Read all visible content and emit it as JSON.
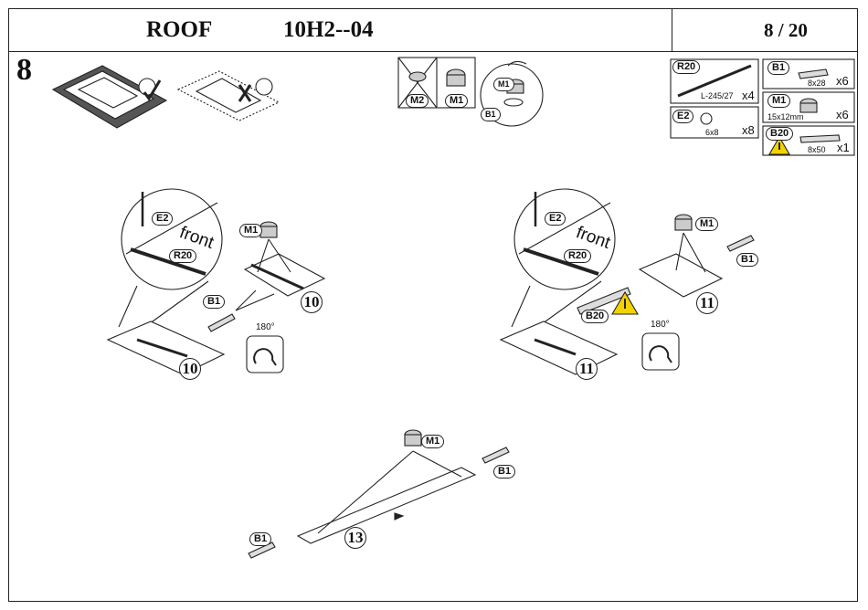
{
  "header": {
    "title": "ROOF",
    "model": "10H2--04",
    "page": "8 / 20"
  },
  "step_number": "8",
  "parts": [
    {
      "code": "R20",
      "size": "L-245/27",
      "qty": "x4"
    },
    {
      "code": "B1",
      "size": "8x28",
      "qty": "x6"
    },
    {
      "code": "E2",
      "size": "6x8",
      "qty": "x8"
    },
    {
      "code": "M1",
      "size": "15x12mm",
      "qty": "x6"
    },
    {
      "code": "B20",
      "size": "8x50",
      "qty": "x1"
    }
  ],
  "tool_hint": {
    "wrong": "M2",
    "right": "M1",
    "dowel": "B1",
    "cam": "M1"
  },
  "assembly_a": {
    "callout_e2": "E2",
    "callout_r20": "R20",
    "front": "front",
    "m1": "M1",
    "b1": "B1",
    "rotation": "180°",
    "panel_number": "10",
    "panel_number_bottom": "10"
  },
  "assembly_b": {
    "callout_e2": "E2",
    "callout_r20": "R20",
    "front": "front",
    "m1": "M1",
    "b1": "B1",
    "b20": "B20",
    "rotation": "180°",
    "panel_number": "11",
    "panel_number_bottom": "11"
  },
  "assembly_c": {
    "m1": "M1",
    "b1_right": "B1",
    "b1_left": "B1",
    "panel_number": "13"
  }
}
